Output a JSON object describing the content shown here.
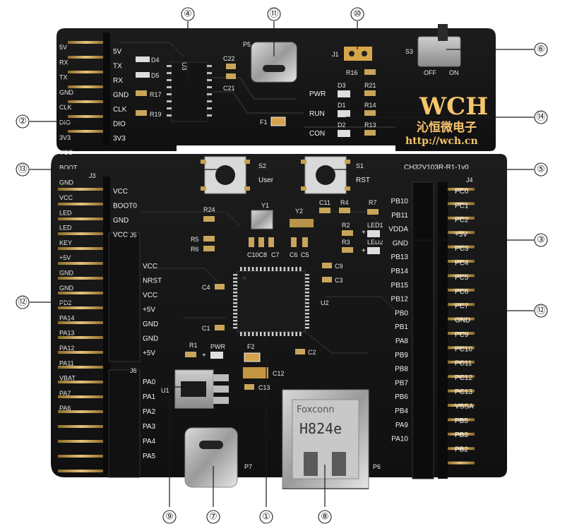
{
  "board": {
    "model_label": "CH32V103R-R1-1v0",
    "brand_logo": "WCH",
    "brand_cn": "沁恒微电子",
    "brand_url": "http://wch.cn",
    "usb_connector_marking": "H824e",
    "usb_connector_brand": "Foxconn"
  },
  "callouts": [
    "①",
    "②",
    "③",
    "④",
    "⑤",
    "⑥",
    "⑦",
    "⑧",
    "⑨",
    "⑩",
    "⑪",
    "⑫",
    "⑬",
    "⑭"
  ],
  "designators": {
    "p5": "P5",
    "u3": "U3",
    "j1": "J1",
    "s3": "S3",
    "c22": "C22",
    "c21": "C21",
    "d4": "D4",
    "d5": "D5",
    "r16": "R16",
    "r17": "R17",
    "r19": "R19",
    "r21": "R21",
    "r14": "R14",
    "r13": "R13",
    "d3": "D3",
    "d1": "D1",
    "d2": "D2",
    "f1": "F1",
    "s2": "S2",
    "s1": "S1",
    "j3": "J3",
    "j5": "J5",
    "j6": "J6",
    "j4": "J4",
    "y1": "Y1",
    "y2": "Y2",
    "c11": "C11",
    "r4": "R4",
    "r7": "R7",
    "r24": "R24",
    "r5": "R5",
    "r6": "R6",
    "r2": "R2",
    "r3": "R3",
    "led1": "LED1",
    "led2": "LED2",
    "c10c8": "C10C8",
    "c7": "C7",
    "c6": "C6",
    "c5": "C5",
    "c9": "C9",
    "c3": "C3",
    "c4": "C4",
    "c1": "C1",
    "u2": "U2",
    "r1": "R1",
    "f2": "F2",
    "c2": "C2",
    "c12": "C12",
    "c13": "C13",
    "u1": "U1",
    "p7": "P7",
    "p6": "P6"
  },
  "labels": {
    "sw_off": "OFF",
    "sw_on": "ON",
    "pwr": "PWR",
    "run": "RUN",
    "con": "CON",
    "user": "User",
    "rst": "RST",
    "pwr_led": "PWR",
    "plus": "+"
  },
  "left_edge_pins": [
    "5V",
    "RX",
    "TX",
    "GND",
    "CLK",
    "DIO",
    "3V3",
    "VCC",
    "BOOT",
    "GND",
    "VCC",
    "LED",
    "LED",
    "KEY",
    "+5V",
    "GND",
    "GND",
    "PD2",
    "PA14",
    "PA13",
    "PA12",
    "PA11",
    "VBAT",
    "PA7",
    "PA6"
  ],
  "debug_header_labels": [
    "5V",
    "TX",
    "RX",
    "GND",
    "CLK",
    "DIO",
    "3V3"
  ],
  "j3_labels": [
    "VCC",
    "BOOT0",
    "GND",
    "VCC"
  ],
  "j5_labels": [
    "VCC",
    "NRST",
    "VCC",
    "+5V",
    "GND",
    "GND",
    "+5V"
  ],
  "j6_labels": [
    "PA0",
    "PA1",
    "PA2",
    "PA3",
    "PA4",
    "PA5"
  ],
  "right_inner_labels": [
    "PB10",
    "PB11",
    "VDDA",
    "GND",
    "PB13",
    "PB14",
    "PB15",
    "PB12",
    "PB0",
    "PB1",
    "PA8",
    "PB9",
    "PB8",
    "PB7",
    "PB6",
    "PB4",
    "PA9",
    "PA10"
  ],
  "right_outer_labels": [
    "PC0",
    "PC1",
    "PC2",
    "+5V",
    "PC3",
    "PC4",
    "PC5",
    "PC6",
    "PC7",
    "GND",
    "PC9",
    "PC10",
    "PC11",
    "PC12",
    "PC13",
    "VSSA",
    "PB5",
    "PB3",
    "PB2"
  ]
}
